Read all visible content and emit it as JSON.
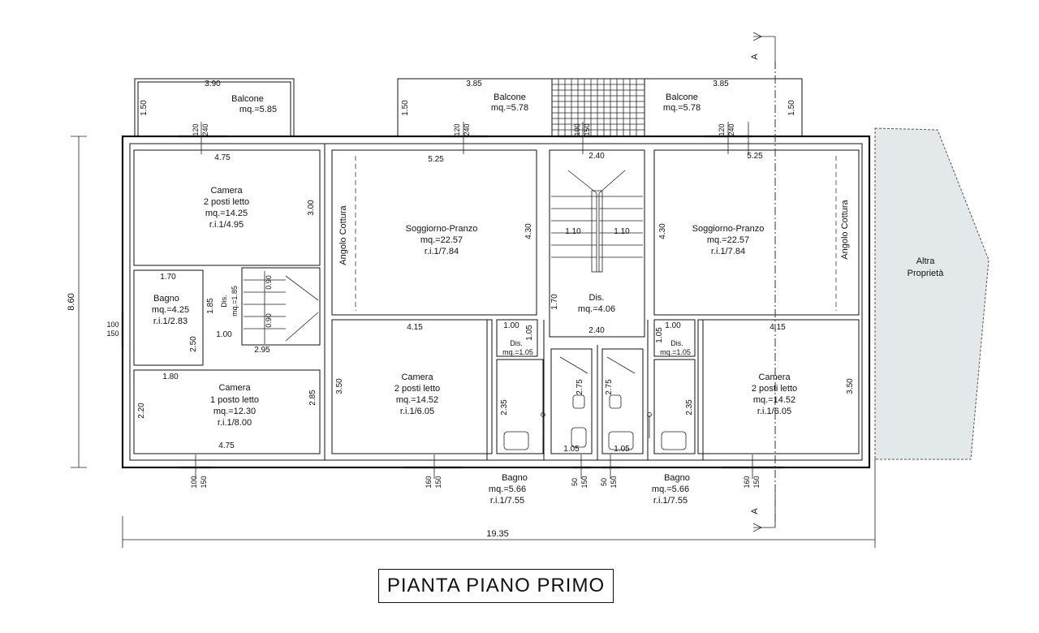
{
  "title": "PIANTA PIANO PRIMO",
  "section_mark": "A",
  "neighbor": {
    "line1": "Altra",
    "line2": "Proprietà"
  },
  "balconies": [
    {
      "name": "Balcone",
      "area": "mq.=5.85",
      "width": "3.90",
      "depth": "1.50"
    },
    {
      "name": "Balcone",
      "area": "mq.=5.78",
      "width": "3.85",
      "depth": "1.50"
    },
    {
      "name": "Balcone",
      "area": "mq.=5.78",
      "width": "3.85",
      "depth": "1.50"
    }
  ],
  "rooms": {
    "camera_nw": {
      "name": "Camera",
      "sub": "2 posti letto",
      "area": "mq.=14.25",
      "ri": "r.i.1/4.95"
    },
    "bagno_w": {
      "name": "Bagno",
      "area": "mq.=4.25",
      "ri": "r.i.1/2.83"
    },
    "dis_w": {
      "name": "Dis.",
      "area": "mq.=1.85"
    },
    "camera_sw": {
      "name": "Camera",
      "sub": "1 posto letto",
      "area": "mq.=12.30",
      "ri": "r.i.1/8.00"
    },
    "soggiorno_l": {
      "name": "Soggiorno-Pranzo",
      "area": "mq.=22.57",
      "ri": "r.i.1/7.84"
    },
    "soggiorno_r": {
      "name": "Soggiorno-Pranzo",
      "area": "mq.=22.57",
      "ri": "r.i.1/7.84"
    },
    "cottura_l": {
      "name": "Angolo Cottura"
    },
    "cottura_r": {
      "name": "Angolo Cottura"
    },
    "dis_c": {
      "name": "Dis.",
      "area": "mq.=4.06"
    },
    "camera_lc": {
      "name": "Camera",
      "sub": "2 posti letto",
      "area": "mq.=14.52",
      "ri": "r.i.1/6.05"
    },
    "camera_rc": {
      "name": "Camera",
      "sub": "2 posti letto",
      "area": "mq.=14.52",
      "ri": "r.i.1/6.05"
    },
    "dis_l": {
      "name": "Dis.",
      "area": "mq.=1.05"
    },
    "dis_r": {
      "name": "Dis.",
      "area": "mq.=1.05"
    },
    "bagno_l": {
      "name": "Bagno",
      "area": "mq.=5.66",
      "ri": "r.i.1/7.55"
    },
    "bagno_r": {
      "name": "Bagno",
      "area": "mq.=5.66",
      "ri": "r.i.1/7.55"
    }
  },
  "dims": {
    "total_width": "19.35",
    "total_depth": "8.60",
    "nw_w": "4.75",
    "nw_h": "3.00",
    "sw_w": "4.75",
    "sw_h": "2.85",
    "sw_left": "2.20",
    "sw_top": "1.80",
    "bagno_w": "1.70",
    "bagno_h": "2.50",
    "dis_w1": "1.85",
    "dis_w2": "1.85",
    "dis_w3": "1.00",
    "stair_w": "2.95",
    "stair_1": "0.90",
    "stair_2": "0.90",
    "liv_w": "5.25",
    "liv_h": "4.30",
    "cam_w": "4.15",
    "cam_h": "3.50",
    "core_w": "2.40",
    "core_w2": "2.40",
    "flight": "1.10",
    "dis_h": "1.70",
    "d100": "1.00",
    "d105": "1.05",
    "bath_h": "2.35",
    "bath_s": "2.75",
    "bath_w": "1.05",
    "win_h": "100",
    "win_w": "150",
    "win_a": "120",
    "win_b": "240",
    "win_c": "160",
    "win_d": "50"
  }
}
